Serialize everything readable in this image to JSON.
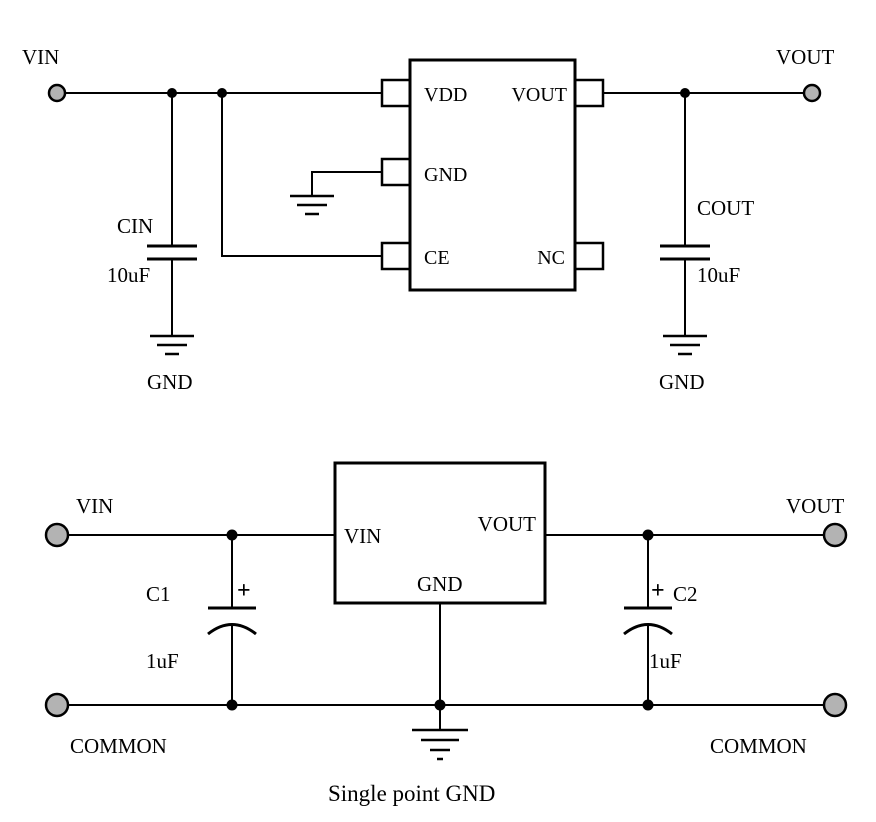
{
  "colors": {
    "wire": "#000000",
    "terminal_fill": "#b3b3b3",
    "background": "#ffffff"
  },
  "top_circuit": {
    "vin_label": "VIN",
    "vout_label": "VOUT",
    "ic": {
      "pin_vdd": "VDD",
      "pin_vout": "VOUT",
      "pin_gnd": "GND",
      "pin_ce": "CE",
      "pin_nc": "NC"
    },
    "cin": {
      "name": "CIN",
      "value": "10uF",
      "gnd": "GND"
    },
    "cout": {
      "name": "COUT",
      "value": "10uF",
      "gnd": "GND"
    }
  },
  "bottom_circuit": {
    "vin_label": "VIN",
    "vout_label": "VOUT",
    "ic": {
      "pin_vin": "VIN",
      "pin_vout": "VOUT",
      "pin_gnd": "GND"
    },
    "c1": {
      "name": "C1",
      "value": "1uF",
      "polarity": "+"
    },
    "c2": {
      "name": "C2",
      "value": "1uF",
      "polarity": "+"
    },
    "common_left": "COMMON",
    "common_right": "COMMON",
    "gnd_note": "Single point GND"
  }
}
